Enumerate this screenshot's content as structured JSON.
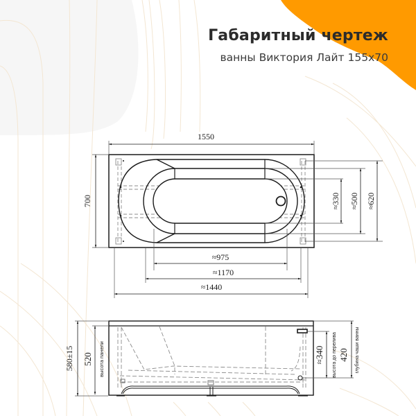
{
  "header": {
    "title": "Габаритный чертеж",
    "subtitle": "ванны Виктория Лайт 155x70"
  },
  "colors": {
    "accent": "#FF9A00",
    "background": "#FFFFFF",
    "blob": "#F6F6F6",
    "contour": "#F3E6D2",
    "line": "#1A1A1A",
    "hidden_line": "#8C8C8C",
    "title_text": "#2B2B2B"
  },
  "top_view": {
    "dimensions": {
      "overall_length": "1550",
      "overall_width": "700",
      "inner_width_1": "≈330",
      "inner_width_2": "≈500",
      "inner_width_3": "≈620",
      "inner_length_1": "≈975",
      "inner_length_2": "≈1170",
      "inner_length_3": "≈1440"
    },
    "features": [
      "drain-hole",
      "frame-legs",
      "support-rails"
    ]
  },
  "side_view": {
    "dimensions": {
      "total_height": "580±15",
      "panel_height": "520",
      "overflow_height": "≈340",
      "bowl_depth": "420"
    },
    "labels": {
      "panel_height": "высота панели",
      "overflow_height": "высота до перелива",
      "bowl_depth": "глубина чаши ванны"
    }
  }
}
